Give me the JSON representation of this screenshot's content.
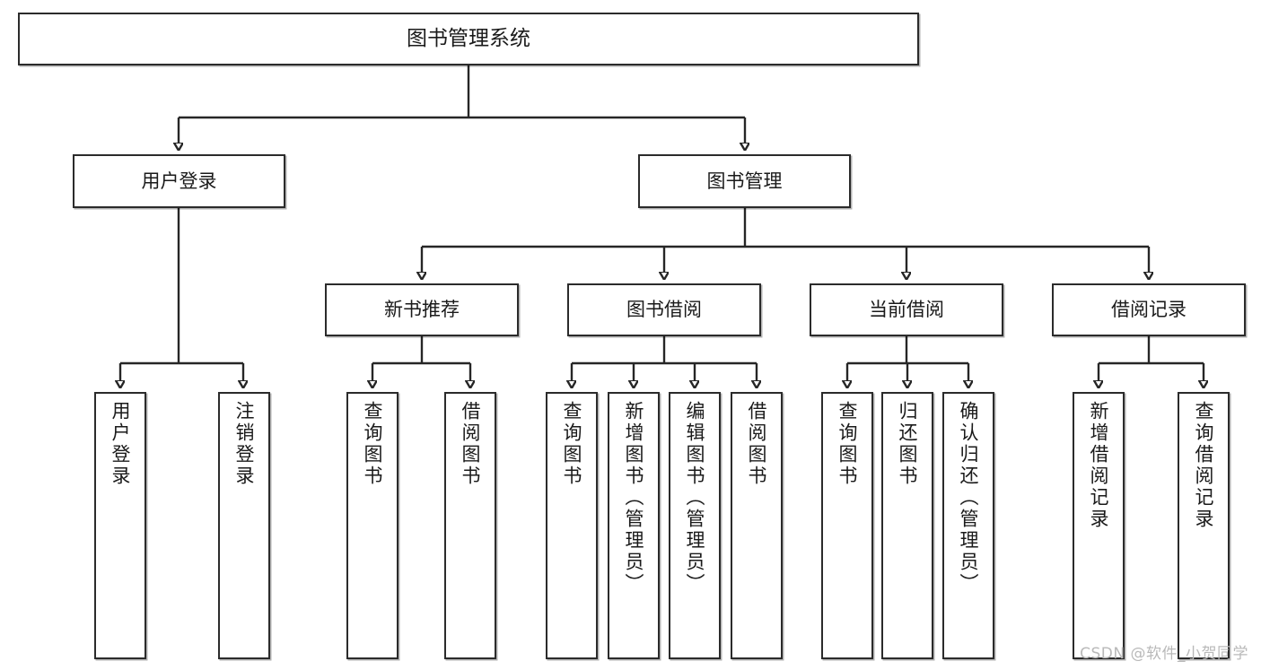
{
  "diagram": {
    "type": "tree-hierarchy",
    "title": "图书管理系统",
    "watermark": "CSDN @软件_小贺同学",
    "accent_color": "#2b2b2b",
    "background_color": "#ffffff",
    "root": {
      "id": "root",
      "label": "图书管理系统"
    },
    "level1": [
      {
        "id": "user-login",
        "label": "用户登录"
      },
      {
        "id": "book-management",
        "label": "图书管理"
      }
    ],
    "level2": [
      {
        "id": "new-book-recommend",
        "label": "新书推荐",
        "parent": "book-management"
      },
      {
        "id": "book-borrow",
        "label": "图书借阅",
        "parent": "book-management"
      },
      {
        "id": "current-borrow",
        "label": "当前借阅",
        "parent": "book-management"
      },
      {
        "id": "borrow-record",
        "label": "借阅记录",
        "parent": "book-management"
      }
    ],
    "leaves": [
      {
        "id": "leaf-user-login",
        "label": "用户登录",
        "parent": "user-login"
      },
      {
        "id": "leaf-logout-login",
        "label": "注销登录",
        "parent": "user-login"
      },
      {
        "id": "leaf-query-book-1",
        "label": "查询图书",
        "parent": "new-book-recommend"
      },
      {
        "id": "leaf-borrow-book-1",
        "label": "借阅图书",
        "parent": "new-book-recommend"
      },
      {
        "id": "leaf-query-book-2",
        "label": "查询图书",
        "parent": "book-borrow"
      },
      {
        "id": "leaf-add-book",
        "label": "新增图书（管理员）",
        "parent": "book-borrow"
      },
      {
        "id": "leaf-edit-book",
        "label": "编辑图书（管理员）",
        "parent": "book-borrow"
      },
      {
        "id": "leaf-borrow-book-2",
        "label": "借阅图书",
        "parent": "book-borrow"
      },
      {
        "id": "leaf-query-book-3",
        "label": "查询图书",
        "parent": "current-borrow"
      },
      {
        "id": "leaf-return-book",
        "label": "归还图书",
        "parent": "current-borrow"
      },
      {
        "id": "leaf-confirm-return",
        "label": "确认归还（管理员）",
        "parent": "current-borrow"
      },
      {
        "id": "leaf-add-record",
        "label": "新增借阅记录",
        "parent": "borrow-record"
      },
      {
        "id": "leaf-query-record",
        "label": "查询借阅记录",
        "parent": "borrow-record"
      }
    ]
  }
}
